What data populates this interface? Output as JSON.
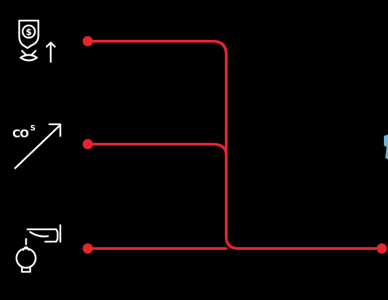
{
  "diagram": {
    "colors": {
      "background": "#000000",
      "line": "#e8242e",
      "icon": "#ffffff",
      "edge_accent": "#6fb3d9"
    },
    "icons": [
      {
        "id": "top",
        "name": "money-bag-up-icon",
        "glyph": "$"
      },
      {
        "id": "middle",
        "name": "co2-trend-up-icon",
        "label": "CO",
        "superscript": "S"
      },
      {
        "id": "bottom",
        "name": "lightbulb-hand-icon"
      }
    ]
  }
}
